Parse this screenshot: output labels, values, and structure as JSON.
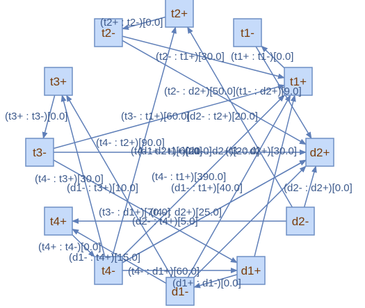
{
  "nodes": [
    {
      "id": "t2+",
      "label": "t2+"
    },
    {
      "id": "t2-",
      "label": "t2-"
    },
    {
      "id": "t1-",
      "label": "t1-"
    },
    {
      "id": "t3+",
      "label": "t3+"
    },
    {
      "id": "t1+",
      "label": "t1+"
    },
    {
      "id": "t3-",
      "label": "t3-"
    },
    {
      "id": "d2+",
      "label": "d2+"
    },
    {
      "id": "t4+",
      "label": "t4+"
    },
    {
      "id": "d2-",
      "label": "d2-"
    },
    {
      "id": "t4-",
      "label": "t4-"
    },
    {
      "id": "d1+",
      "label": "d1+"
    },
    {
      "id": "d1-",
      "label": "d1-"
    }
  ],
  "edges": [
    {
      "from": "t2+",
      "to": "t2-",
      "label": "(t2+ : t2-)[0.0]"
    },
    {
      "from": "t2-",
      "to": "t1+",
      "label": "(t2- : t1+)[30.0]"
    },
    {
      "from": "t1+",
      "to": "t1-",
      "label": "(t1+ : t1-)[0.0]"
    },
    {
      "from": "t2-",
      "to": "d2+",
      "label": "(t2- : d2+)[50.0]"
    },
    {
      "from": "t1-",
      "to": "d2+",
      "label": "(t1- : d2+)[9.0]"
    },
    {
      "from": "t3+",
      "to": "t3-",
      "label": "(t3+ : t3-)[0.0]"
    },
    {
      "from": "t3-",
      "to": "t1+",
      "label": "(t3- : t1+)[60.0]"
    },
    {
      "from": "d2-",
      "to": "t2+",
      "label": "(d2- : t2+)[20.0]"
    },
    {
      "from": "t4-",
      "to": "t2+",
      "label": "(t4- : t2+)[90.0]"
    },
    {
      "from": "t4-",
      "to": "d2+",
      "label": "(t4- : d2+)[60.0]"
    },
    {
      "from": "t3-",
      "to": "d2+",
      "label": "(t3- : d2+)[30.0]"
    },
    {
      "from": "d1+",
      "to": "t1+",
      "label": "(d1+ : t1+)[20.0]"
    },
    {
      "from": "d1-",
      "to": "d2+",
      "label": "(d1- : d2+)[20.0]"
    },
    {
      "from": "t4-",
      "to": "t3+",
      "label": "(t4- : t3+)[30.0]"
    },
    {
      "from": "d1-",
      "to": "t3+",
      "label": "(d1- : t3+)[10.0]"
    },
    {
      "from": "t4-",
      "to": "t1+",
      "label": "(t4- : t1+)[390.0]"
    },
    {
      "from": "d1-",
      "to": "t1+",
      "label": "(d1- : t1+)[40.0]"
    },
    {
      "from": "d2-",
      "to": "d2+",
      "label": "(d2- : d2+)[0.0]"
    },
    {
      "from": "t3-",
      "to": "d1+",
      "label": "(t3- : d1+)[70.0]"
    },
    {
      "from": "t4-",
      "to": "d2+",
      "label": "(t4- : d2+)[25.0]"
    },
    {
      "from": "d2-",
      "to": "t4+",
      "label": "(d2- : t4+)[5.0]"
    },
    {
      "from": "t4+",
      "to": "t4-",
      "label": "(t4+ : t4-)[0.0]"
    },
    {
      "from": "d1-",
      "to": "t4+",
      "label": "(d1- : t4+)[15.0]"
    },
    {
      "from": "t4-",
      "to": "d1+",
      "label": "(t4- : d1+)[60.0]"
    },
    {
      "from": "d1+",
      "to": "d1-",
      "label": "(d1+ : d1-)[0.0]"
    }
  ]
}
